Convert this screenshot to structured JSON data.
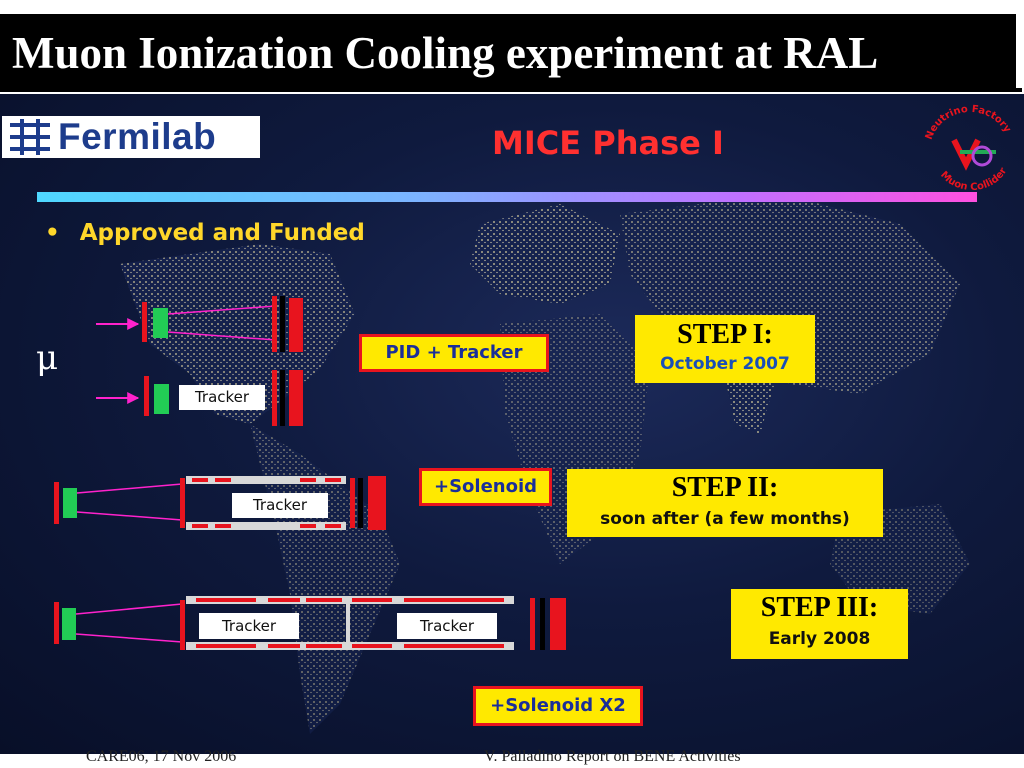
{
  "slide": {
    "title": "Muon Ionization Cooling experiment at RAL"
  },
  "image": {
    "fermilab_logo_text": "Fermilab",
    "phase_title": "MICE Phase I",
    "bullet": "Approved and Funded",
    "mu_symbol": "μ",
    "nf_logo_text_top": "Neutrino Factory",
    "nf_logo_text_bottom": "Muon Collider",
    "labels": {
      "pid_tracker": "PID + Tracker",
      "solenoid": "+Solenoid",
      "solenoid_x2": "+Solenoid X2"
    },
    "steps": [
      {
        "title": "STEP I:",
        "sub": "October 2007"
      },
      {
        "title": "STEP II:",
        "sub": "soon after (a few months)"
      },
      {
        "title": "STEP III:",
        "sub": "Early 2008"
      }
    ],
    "tracker_label": "Tracker"
  },
  "footer": {
    "left": "CARE06, 17 Nov 2006",
    "right": "V. Palladino Report on BENE Activities"
  },
  "colors": {
    "accent_red": "#e8141e",
    "label_yellow": "#ffe900",
    "label_blue_text": "#1a2e9a",
    "bullet_yellow": "#ffd72a",
    "arrow_magenta": "#ff22cc",
    "module_green": "#22cc55"
  }
}
